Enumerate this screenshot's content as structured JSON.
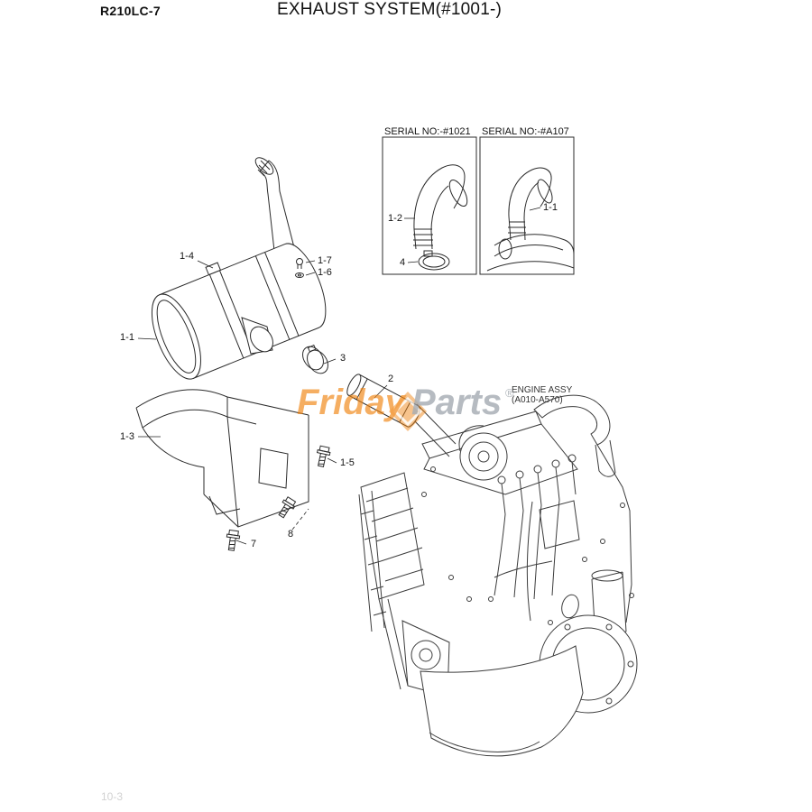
{
  "header": {
    "model": "R210LC-7",
    "title": "EXHAUST SYSTEM(#1001-)"
  },
  "insets": {
    "box1": {
      "serial": "SERIAL NO:-#1021",
      "callout_pipe": "1-2",
      "callout_clamp": "4"
    },
    "box2": {
      "serial": "SERIAL NO:-#A107",
      "callout_pipe": "1-1"
    }
  },
  "callouts": {
    "band": "1-4",
    "bolt_top": "1-7",
    "washer_top": "1-6",
    "muffler": "1-1",
    "clamp": "3",
    "tube": "2",
    "bracket": "1-3",
    "bracket_bolt": "1-5",
    "bolt_lower": "7",
    "bolt_mount": "8"
  },
  "engine": {
    "label_line1": "ENGINE ASSY",
    "label_line2": "(A010-A570)"
  },
  "watermark": {
    "brand_left": "Friday",
    "brand_right": "Parts",
    "registered": "®"
  },
  "footer": {
    "page_number": "10-3"
  }
}
